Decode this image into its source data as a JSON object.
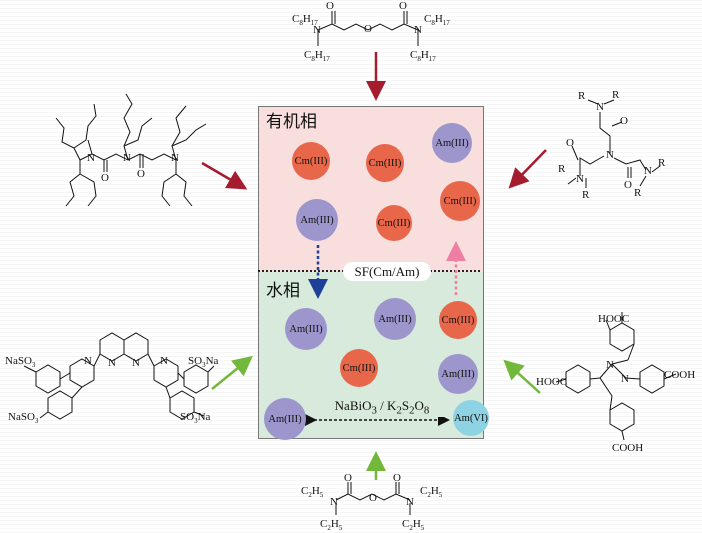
{
  "phases": {
    "organic": "有机相",
    "aqueous": "水相"
  },
  "separation_factor_label": "SF(Cm/Am)",
  "redox": {
    "oxidant": "NaBiO",
    "oxidant_sub": "3",
    "sep": " / ",
    "k": "K",
    "k_sub": "2",
    "s": "S",
    "s_sub": "2",
    "o": "O",
    "o_sub": "8"
  },
  "ions": {
    "org": [
      "Cm(III)",
      "Cm(III)",
      "Am(III)",
      "Am(III)",
      "Cm(III)",
      "Cm(III)"
    ],
    "aq": [
      "Am(III)",
      "Am(III)",
      "Cm(III)",
      "Cm(III)",
      "Am(III)",
      "Am(III)",
      "Am(VI)"
    ]
  },
  "molecules": {
    "top": {
      "r_main": "C",
      "r_main_sub": "8",
      "r_h": "H",
      "r_h_sub": "17",
      "n": "N",
      "o": "O"
    },
    "bottom": {
      "r_c": "C",
      "r_c_sub": "2",
      "r_h": "H",
      "r_h_sub": "5",
      "n": "N",
      "o": "O"
    },
    "right_top": {
      "r": "R",
      "n": "N",
      "o": "O"
    },
    "left_top": {
      "n": "N",
      "o": "O"
    },
    "left_bottom": {
      "so3na": "SO",
      "so3na_sub": "3",
      "na": "Na",
      "naso3_a": "NaSO",
      "naso3_sub": "3",
      "n": "N"
    },
    "right_bottom": {
      "hooc": "HOOC",
      "cooh": "COOH",
      "n": "N"
    }
  },
  "colors": {
    "organic_phase": "#f9dede",
    "aqueous_phase": "#d7eadb",
    "cm_ion": "#e8674a",
    "am_ion": "#9d96cc",
    "am6_ion": "#8ed3e3",
    "arrow_red": "#a51c2e",
    "arrow_green": "#72b83b",
    "arrow_blue": "#1e3f9a",
    "arrow_pink": "#ee7fa2"
  }
}
